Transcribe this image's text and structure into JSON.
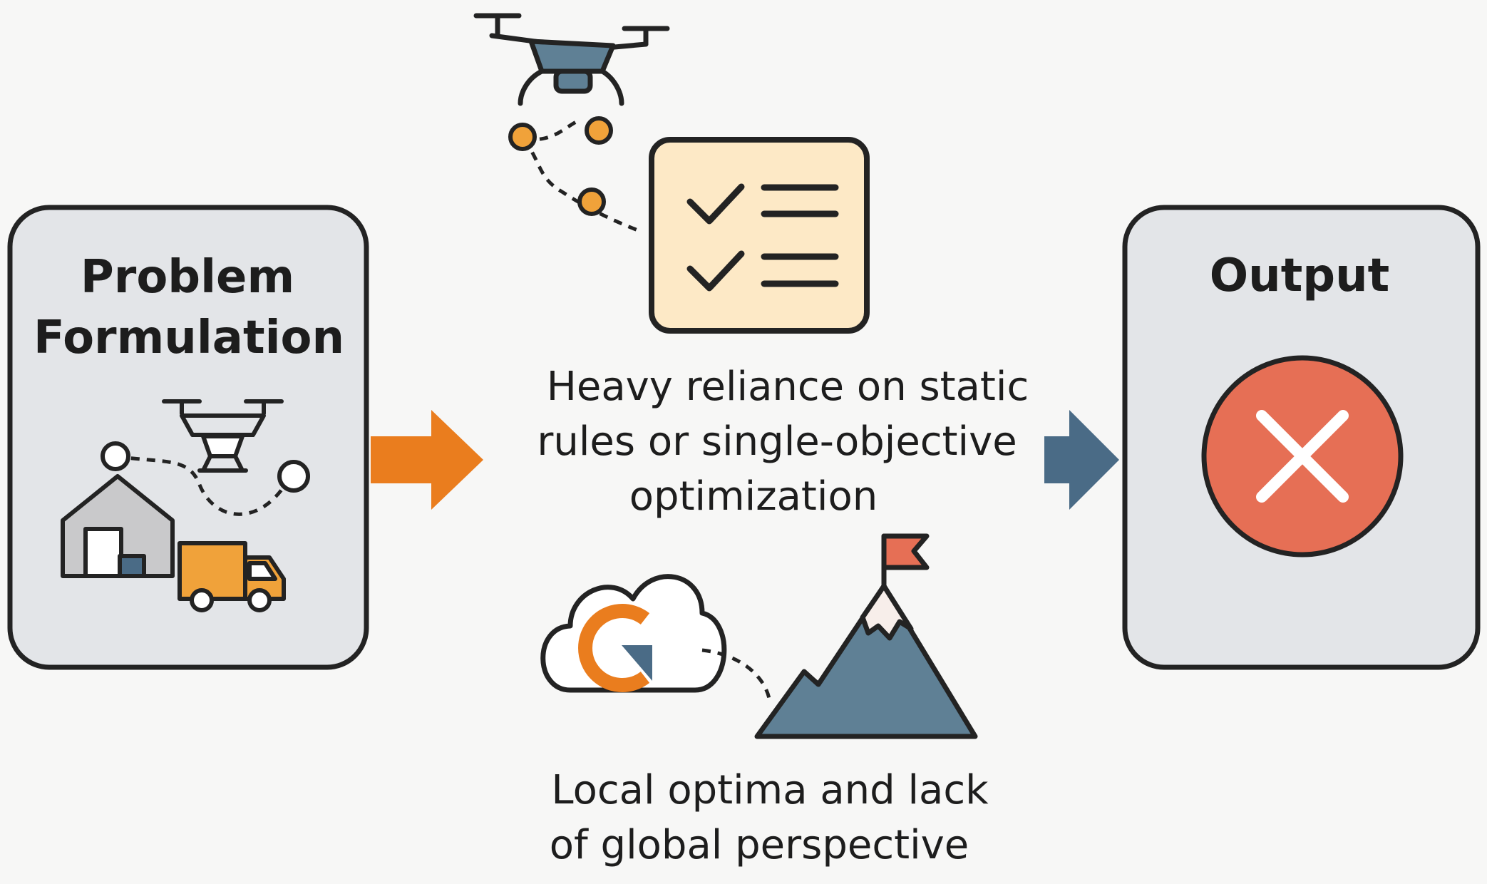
{
  "left_box": {
    "title_line1": "Problem",
    "title_line2": "Formulation"
  },
  "middle": {
    "caption1_line1": "Heavy reliance on static",
    "caption1_line2": "rules or single-objective",
    "caption1_line3": "optimization",
    "caption2_line1": "Local optima and lack",
    "caption2_line2": "of global perspective"
  },
  "right_box": {
    "title": "Output"
  },
  "colors": {
    "outline": "#232323",
    "box_fill": "#e3e5e8",
    "orange": "#ea7d1e",
    "slate_blue": "#4a6b86",
    "checklist_fill": "#fde9c6",
    "red_circle": "#e66f55",
    "drone_body": "#5f8095",
    "waypoint_fill": "#f0a23a"
  }
}
